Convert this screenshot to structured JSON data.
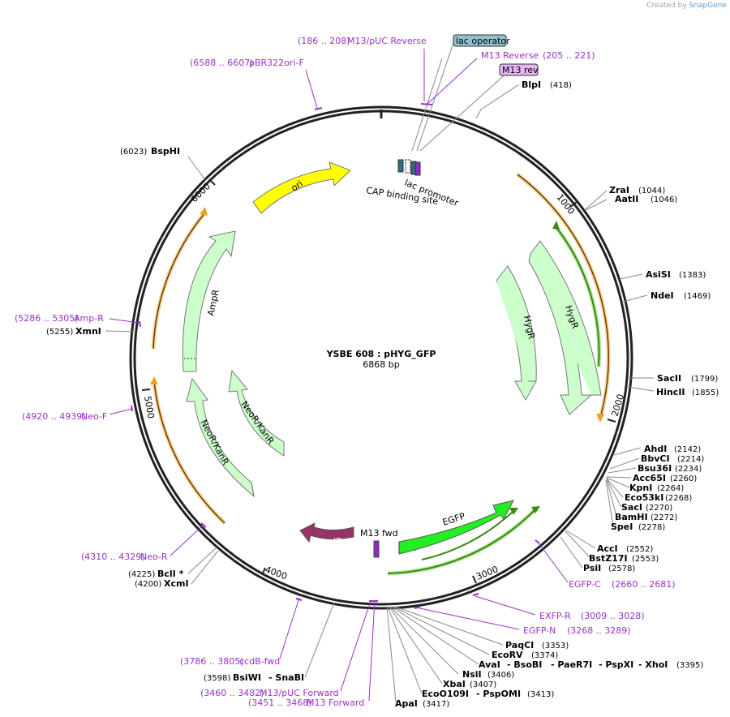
{
  "credit": {
    "created_by": "Created by",
    "brand": "SnapGene"
  },
  "plasmid": {
    "name": "YSBE 608 : pHYG_GFP",
    "size": "6868 bp"
  },
  "ticks": [
    "1000",
    "2000",
    "3000",
    "4000",
    "5000",
    "6000"
  ],
  "features": {
    "ori": "ori",
    "hygr_inner": "HygR",
    "hygr_outer": "HygR",
    "ampr": "AmpR",
    "neor_inner": "NeoR/KanR",
    "neor_outer": "NeoR/KanR",
    "egfp": "EGFP",
    "ccdb": "ccdB",
    "m13fwd": "M13 fwd",
    "lac_promoter": "lac promoter",
    "cap_site": "CAP binding site",
    "lac_operator": "lac operator",
    "m13rev": "M13 rev"
  },
  "enzymes": {
    "blpi": [
      "BlpI",
      "(418)"
    ],
    "zrai": [
      "ZraI",
      "(1044)"
    ],
    "aatii": [
      "AatII",
      "(1046)"
    ],
    "asisi": [
      "AsiSI",
      "(1383)"
    ],
    "ndei": [
      "NdeI",
      "(1469)"
    ],
    "sacii": [
      "SacII",
      "(1799)"
    ],
    "hincii": [
      "HincII",
      "(1855)"
    ],
    "ahdi": [
      "AhdI",
      "(2142)"
    ],
    "bbvci": [
      "BbvCI",
      "(2214)"
    ],
    "bsu36i": [
      "Bsu36I",
      "(2234)"
    ],
    "acc65i": [
      "Acc65I",
      "(2260)"
    ],
    "kpni": [
      "KpnI",
      "(2264)"
    ],
    "eco53ki": [
      "Eco53kI",
      "(2268)"
    ],
    "saci": [
      "SacI",
      "(2270)"
    ],
    "bamhi": [
      "BamHI",
      "(2272)"
    ],
    "spei": [
      "SpeI",
      "(2278)"
    ],
    "acci": [
      "AccI",
      "(2552)"
    ],
    "bstz17i": [
      "BstZ17I",
      "(2553)"
    ],
    "psii": [
      "PsiI",
      "(2578)"
    ],
    "paqci": [
      "PaqCI",
      "(3353)"
    ],
    "ecorv": [
      "EcoRV",
      "(3374)"
    ],
    "avai_group": [
      "AvaI",
      "- BsoBI",
      "- PaeR7I",
      "- PspXI",
      "- XhoI",
      "(3395)"
    ],
    "nsii": [
      "NsiI",
      "(3406)"
    ],
    "xbai": [
      "XbaI",
      "(3407)"
    ],
    "eco0109i": [
      "EcoO109I",
      "- PspOMI",
      "(3413)"
    ],
    "apai": [
      "ApaI",
      "(3417)"
    ],
    "bsiwi": [
      "(3598)",
      "BsiWI",
      "- SnaBI"
    ],
    "bcli": [
      "(4225)",
      "BclI *"
    ],
    "xcmi": [
      "(4200)",
      "XcmI"
    ],
    "xmni": [
      "(5255)",
      "XmnI"
    ],
    "bsphi": [
      "(6023)",
      "BspHI"
    ]
  },
  "primers": {
    "m13puc_rev": [
      "(186 .. 208)",
      "M13/pUC Reverse"
    ],
    "m13_reverse": [
      "M13 Reverse",
      "(205 .. 221)"
    ],
    "pbr322": [
      "(6588 .. 6607)",
      "pBR322ori-F"
    ],
    "ampr_p": [
      "(5286 .. 5305)",
      "Amp-R"
    ],
    "neof": [
      "(4920 .. 4939)",
      "Neo-F"
    ],
    "neor_p": [
      "(4310 .. 4329)",
      "Neo-R"
    ],
    "egfpc": [
      "EGFP-C",
      "(2660 .. 2681)"
    ],
    "exfpr": [
      "EXFP-R",
      "(3009 .. 3028)"
    ],
    "egfpn": [
      "EGFP-N",
      "(3268 .. 3289)"
    ],
    "ccdbfwd": [
      "(3786 .. 3805)",
      "ccdB-fwd"
    ],
    "m13puc_fwd": [
      "(3460 .. 3482)",
      "M13/pUC Forward"
    ],
    "m13_forward": [
      "(3451 .. 3468)",
      "M13 Forward"
    ]
  },
  "colors": {
    "ring": "#222222",
    "primer": "#9b30c8",
    "ori": "#ffff00",
    "resistance": "#ccffcc",
    "egfp": "#22ee22",
    "ccdb": "#993366",
    "orange_orf": "#f0a020",
    "green_orf": "#3a8a10",
    "lac_operator": "#8fc0cc",
    "m13rev": "#e5b5f5"
  }
}
